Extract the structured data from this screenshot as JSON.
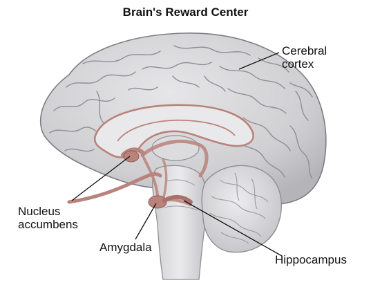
{
  "diagram": {
    "title": "Brain's Reward Center",
    "labels": {
      "cerebral_cortex": [
        "Cerebral",
        "cortex"
      ],
      "nucleus_accumbens": [
        "Nucleus",
        "accumbens"
      ],
      "amygdala": "Amygdala",
      "hippocampus": "Hippocampus"
    },
    "colors": {
      "brain_fill": "#d6d6d8",
      "brain_shadow": "#a9a9ad",
      "gyri_line": "#8e8e94",
      "reward_pathway": "#b9827a",
      "label_text": "#111111",
      "leader_line": "#111111"
    }
  }
}
